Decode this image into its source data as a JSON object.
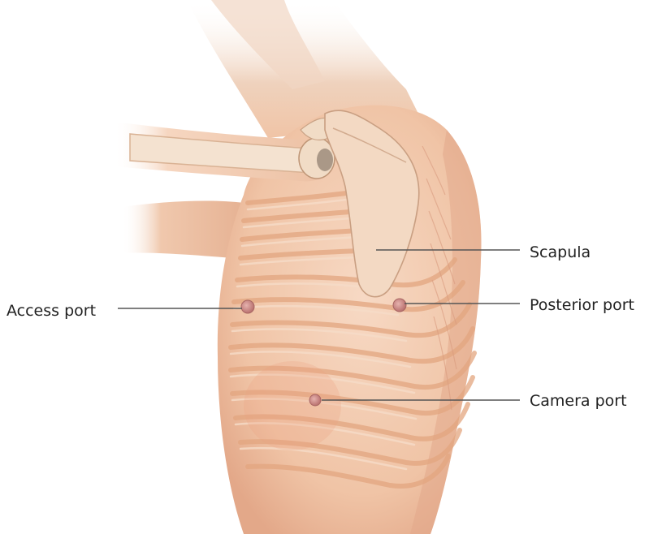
{
  "labels": {
    "scapula": "Scapula",
    "posterior_port": "Posterior port",
    "access_port": "Access port",
    "camera_port": "Camera port"
  },
  "colors": {
    "skin": "#f3cdb2",
    "skin_shadow": "#e2a88a",
    "rib": "#e6ad86",
    "bone": "#f1dcc6",
    "port": "#c98a88",
    "leader": "#555555"
  }
}
